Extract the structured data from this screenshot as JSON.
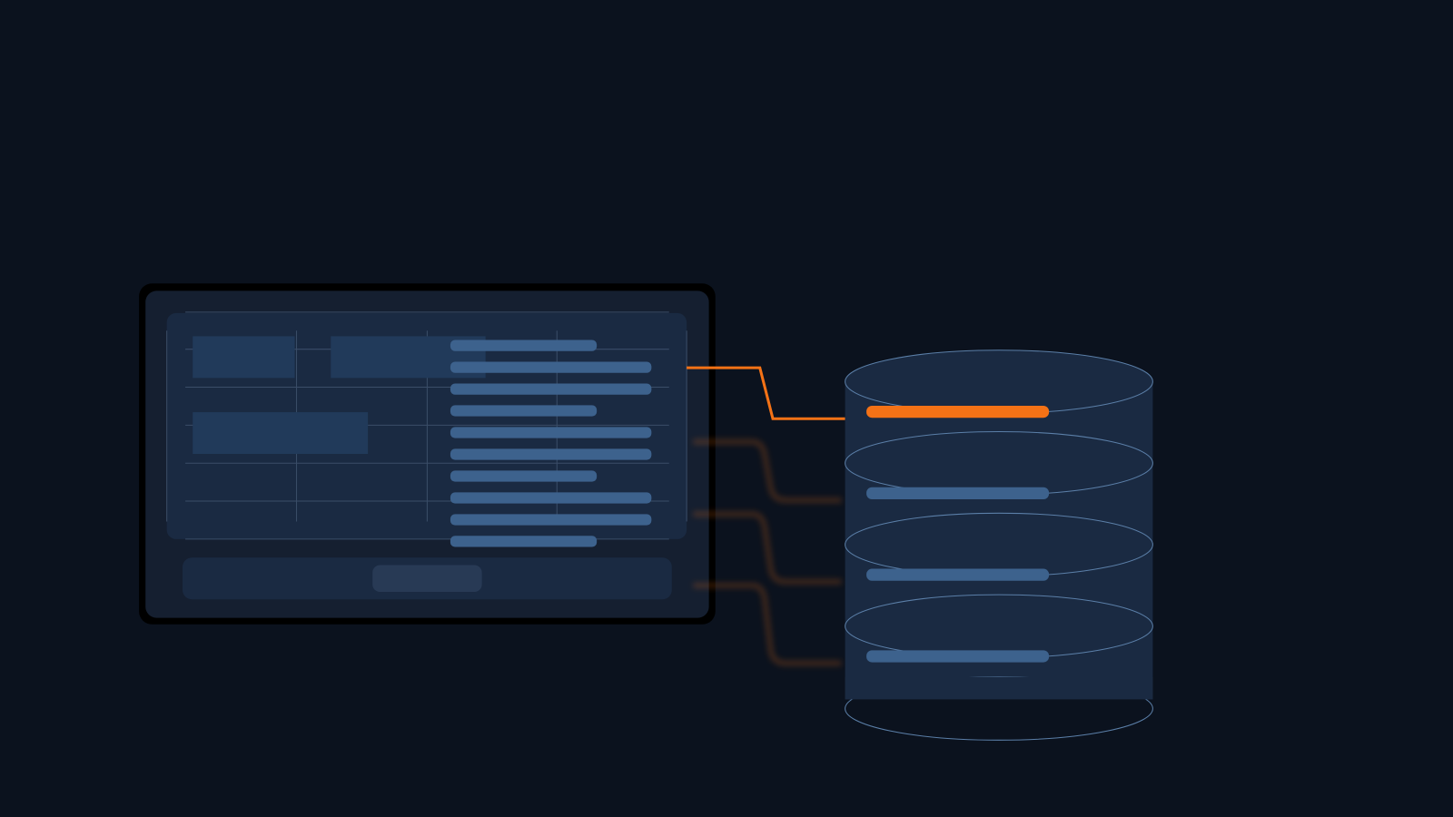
{
  "colors": {
    "background": "#0b121e",
    "frame": "#000000",
    "panel": "#151f30",
    "card": "#1a2a42",
    "block": "#213a5a",
    "grid_line": "#3a4d68",
    "bar": "#3d628d",
    "button": "#283a55",
    "accent": "#f47216",
    "cylinder_stroke": "#5b7fa8"
  },
  "screen": {
    "row_bars": [
      "short",
      "long",
      "long",
      "short",
      "long",
      "long",
      "short",
      "long",
      "long",
      "short"
    ]
  },
  "database": {
    "records": [
      "highlighted",
      "normal",
      "normal",
      "normal"
    ]
  },
  "connectors": {
    "active": 1,
    "inactive": 3
  }
}
